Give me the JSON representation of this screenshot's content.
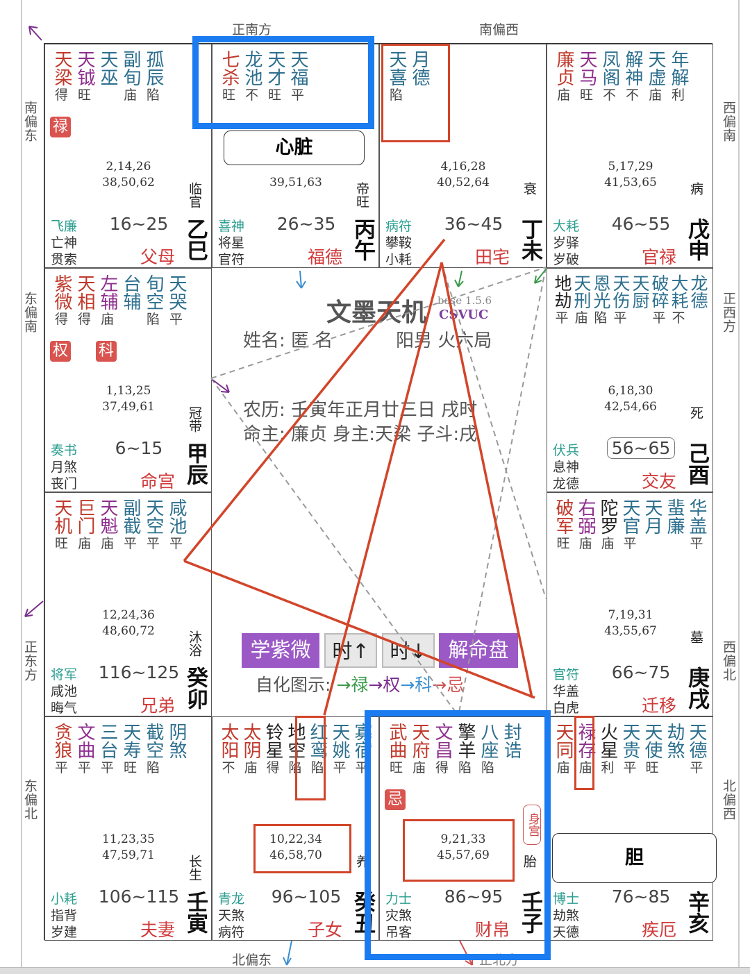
{
  "directions": {
    "top_left": "正南方",
    "top_right": "南偏西",
    "left_1": "南偏东",
    "left_2": "东偏南",
    "left_3": "正东方",
    "left_4": "东偏北",
    "right_1": "西偏南",
    "right_2": "正西方",
    "right_3": "西偏北",
    "right_4": "北偏西",
    "bottom_left": "北偏东",
    "bottom_right": "正北方"
  },
  "colors": {
    "main": "#c0392b",
    "lucky": "#8e2f8e",
    "minor": "#2d6f8e",
    "bad": "#222222",
    "accent_blue": "#1a7cf0",
    "annot_red": "#d2452a"
  },
  "palaces": [
    {
      "pos": "r0c0",
      "stars": [
        [
          "天梁",
          "main",
          "得"
        ],
        [
          "天钺",
          "lucky",
          "旺"
        ],
        [
          "天巫",
          "minor",
          ""
        ],
        [
          "副旬",
          "minor",
          "庙"
        ],
        [
          "孤辰",
          "minor",
          "陷"
        ]
      ],
      "hua": [
        {
          "col": 0,
          "text": "禄"
        }
      ],
      "ages": [
        "2,14,26",
        "38,50,62"
      ],
      "boshi": "飞廉",
      "jiang": "亡神",
      "sui": "贯索",
      "range": "16~25",
      "name": "父母",
      "cs": "临官",
      "gz": "乙巳"
    },
    {
      "pos": "r0c1",
      "stars": [
        [
          "七杀",
          "main",
          "旺"
        ],
        [
          "龙池",
          "minor",
          "不"
        ],
        [
          "天才",
          "minor",
          "旺"
        ],
        [
          "天福",
          "minor",
          "平"
        ]
      ],
      "hua": [],
      "ages": [
        "",
        "39,51,63"
      ],
      "boshi": "喜神",
      "jiang": "将星",
      "sui": "官符",
      "range": "26~35",
      "name": "福德",
      "cs": "帝旺",
      "gz": "丙午"
    },
    {
      "pos": "r0c2",
      "stars": [
        [
          "天喜",
          "minor",
          "陷"
        ],
        [
          "月德",
          "minor",
          ""
        ]
      ],
      "hua": [],
      "ages": [
        "4,16,28",
        "40,52,64"
      ],
      "boshi": "病符",
      "jiang": "攀鞍",
      "sui": "小耗",
      "range": "36~45",
      "name": "田宅",
      "cs": "衰",
      "gz": "丁未"
    },
    {
      "pos": "r0c3",
      "stars": [
        [
          "廉贞",
          "main",
          "庙"
        ],
        [
          "天马",
          "lucky",
          "旺"
        ],
        [
          "凤阁",
          "minor",
          "不"
        ],
        [
          "解神",
          "minor",
          "不"
        ],
        [
          "天虚",
          "minor",
          "庙"
        ],
        [
          "年解",
          "minor",
          "利"
        ]
      ],
      "hua": [],
      "ages": [
        "5,17,29",
        "41,53,65"
      ],
      "boshi": "大耗",
      "jiang": "岁驿",
      "sui": "岁破",
      "range": "46~55",
      "name": "官禄",
      "cs": "病",
      "gz": "戊申"
    },
    {
      "pos": "r1c0",
      "stars": [
        [
          "紫微",
          "main",
          "得"
        ],
        [
          "天相",
          "main",
          "得"
        ],
        [
          "左辅",
          "lucky",
          "庙"
        ],
        [
          "台辅",
          "minor",
          ""
        ],
        [
          "旬空",
          "minor",
          "陷"
        ],
        [
          "天哭",
          "minor",
          "平"
        ]
      ],
      "hua": [
        {
          "col": 0,
          "text": "权"
        },
        {
          "col": 2,
          "text": "科"
        }
      ],
      "ages": [
        "1,13,25",
        "37,49,61"
      ],
      "boshi": "奏书",
      "jiang": "月煞",
      "sui": "丧门",
      "range": "6~15",
      "name": "命宫",
      "cs": "冠带",
      "gz": "甲辰"
    },
    {
      "pos": "r1c3",
      "stars": [
        [
          "地劫",
          "bad",
          "平"
        ],
        [
          "天刑",
          "minor",
          "庙"
        ],
        [
          "恩光",
          "minor",
          "陷"
        ],
        [
          "天伤",
          "minor",
          "平"
        ],
        [
          "天厨",
          "minor",
          ""
        ],
        [
          "破碎",
          "minor",
          "平"
        ],
        [
          "大耗",
          "minor",
          "不"
        ],
        [
          "龙德",
          "minor",
          ""
        ]
      ],
      "hua": [],
      "ages": [
        "6,18,30",
        "42,54,66"
      ],
      "boshi": "伏兵",
      "jiang": "息神",
      "sui": "龙德",
      "range": "56~65",
      "range_boxed": true,
      "name": "交友",
      "cs": "死",
      "gz": "己酉"
    },
    {
      "pos": "r2c0",
      "stars": [
        [
          "天机",
          "main",
          "旺"
        ],
        [
          "巨门",
          "main",
          "庙"
        ],
        [
          "天魁",
          "lucky",
          "庙"
        ],
        [
          "副截",
          "minor",
          "平"
        ],
        [
          "天空",
          "minor",
          "平"
        ],
        [
          "咸池",
          "minor",
          "平"
        ]
      ],
      "hua": [],
      "ages": [
        "12,24,36",
        "48,60,72"
      ],
      "boshi": "将军",
      "jiang": "咸池",
      "sui": "晦气",
      "range": "116~125",
      "name": "兄弟",
      "cs": "沐浴",
      "gz": "癸卯"
    },
    {
      "pos": "r2c3",
      "stars": [
        [
          "破军",
          "main",
          "旺"
        ],
        [
          "右弼",
          "lucky",
          "庙"
        ],
        [
          "陀罗",
          "bad",
          "庙"
        ],
        [
          "天官",
          "minor",
          "平"
        ],
        [
          "天月",
          "minor",
          ""
        ],
        [
          "蜚廉",
          "minor",
          ""
        ],
        [
          "华盖",
          "minor",
          "平"
        ]
      ],
      "hua": [],
      "ages": [
        "7,19,31",
        "43,55,67"
      ],
      "boshi": "官符",
      "jiang": "华盖",
      "sui": "白虎",
      "range": "66~75",
      "name": "迁移",
      "cs": "墓",
      "gz": "庚戌"
    },
    {
      "pos": "r3c0",
      "stars": [
        [
          "贪狼",
          "main",
          "平"
        ],
        [
          "文曲",
          "lucky",
          "平"
        ],
        [
          "三台",
          "minor",
          "平"
        ],
        [
          "天寿",
          "minor",
          "旺"
        ],
        [
          "截空",
          "minor",
          "陷"
        ],
        [
          "阴煞",
          "minor",
          ""
        ]
      ],
      "hua": [],
      "ages": [
        "11,23,35",
        "47,59,71"
      ],
      "boshi": "小耗",
      "jiang": "指背",
      "sui": "岁建",
      "range": "106~115",
      "name": "夫妻",
      "cs": "长生",
      "gz": "壬寅"
    },
    {
      "pos": "r3c1",
      "stars": [
        [
          "太阳",
          "main",
          "不"
        ],
        [
          "太阴",
          "main",
          "庙"
        ],
        [
          "铃星",
          "bad",
          "得"
        ],
        [
          "地空",
          "bad",
          "陷"
        ],
        [
          "红鸾",
          "minor",
          "陷"
        ],
        [
          "天姚",
          "minor",
          "平"
        ],
        [
          "寡宿",
          "minor",
          "平"
        ]
      ],
      "hua": [],
      "ages": [
        "10,22,34",
        "46,58,70"
      ],
      "boshi": "青龙",
      "jiang": "天煞",
      "sui": "病符",
      "range": "96~105",
      "name": "子女",
      "cs": "养",
      "gz": "癸丑"
    },
    {
      "pos": "r3c2",
      "stars": [
        [
          "武曲",
          "main",
          "旺"
        ],
        [
          "天府",
          "main",
          "庙"
        ],
        [
          "文昌",
          "lucky",
          "得"
        ],
        [
          "擎羊",
          "bad",
          "陷"
        ],
        [
          "八座",
          "minor",
          "陷"
        ],
        [
          "封诰",
          "minor",
          ""
        ]
      ],
      "hua": [
        {
          "col": 0,
          "text": "忌"
        }
      ],
      "ages": [
        "9,21,33",
        "45,57,69"
      ],
      "shen": "身宫",
      "boshi": "力士",
      "jiang": "灾煞",
      "sui": "吊客",
      "range": "86~95",
      "name": "财帛",
      "cs": "胎",
      "gz": "壬子"
    },
    {
      "pos": "r3c3",
      "stars": [
        [
          "天同",
          "main",
          "庙"
        ],
        [
          "禄存",
          "lucky",
          "庙"
        ],
        [
          "火星",
          "bad",
          "利"
        ],
        [
          "天贵",
          "minor",
          "平"
        ],
        [
          "天使",
          "minor",
          "旺"
        ],
        [
          "劫煞",
          "minor",
          ""
        ],
        [
          "天德",
          "minor",
          "平"
        ]
      ],
      "hua": [],
      "ages": [
        "",
        ""
      ],
      "boshi": "博士",
      "jiang": "劫煞",
      "sui": "天德",
      "range": "76~85",
      "name": "疾厄",
      "cs": "",
      "gz": "辛亥"
    }
  ],
  "center": {
    "title": "文墨天机",
    "version": "base 1.5.6",
    "brand": "CSVUC",
    "name_line": "姓名: 匿 名",
    "gender_line": "阳男 火六局",
    "lunar_line": "农历: 壬寅年正月廿三日 戌时",
    "master_line": "命主: 廉贞 身主:天梁 子斗:戌",
    "buttons": {
      "learn": "学紫微",
      "hour_up": "时↑",
      "hour_down": "时↓",
      "interpret": "解命盘"
    },
    "legend_label": "自化图示:",
    "legend": [
      {
        "text": "→禄",
        "color": "#3a9a4a"
      },
      {
        "text": "→权",
        "color": "#7b2d8e"
      },
      {
        "text": "→科",
        "color": "#3a8ed0"
      },
      {
        "text": "→忌",
        "color": "#d05050"
      }
    ]
  },
  "annotations": {
    "heart": "心脏",
    "gallbladder": "胆"
  }
}
